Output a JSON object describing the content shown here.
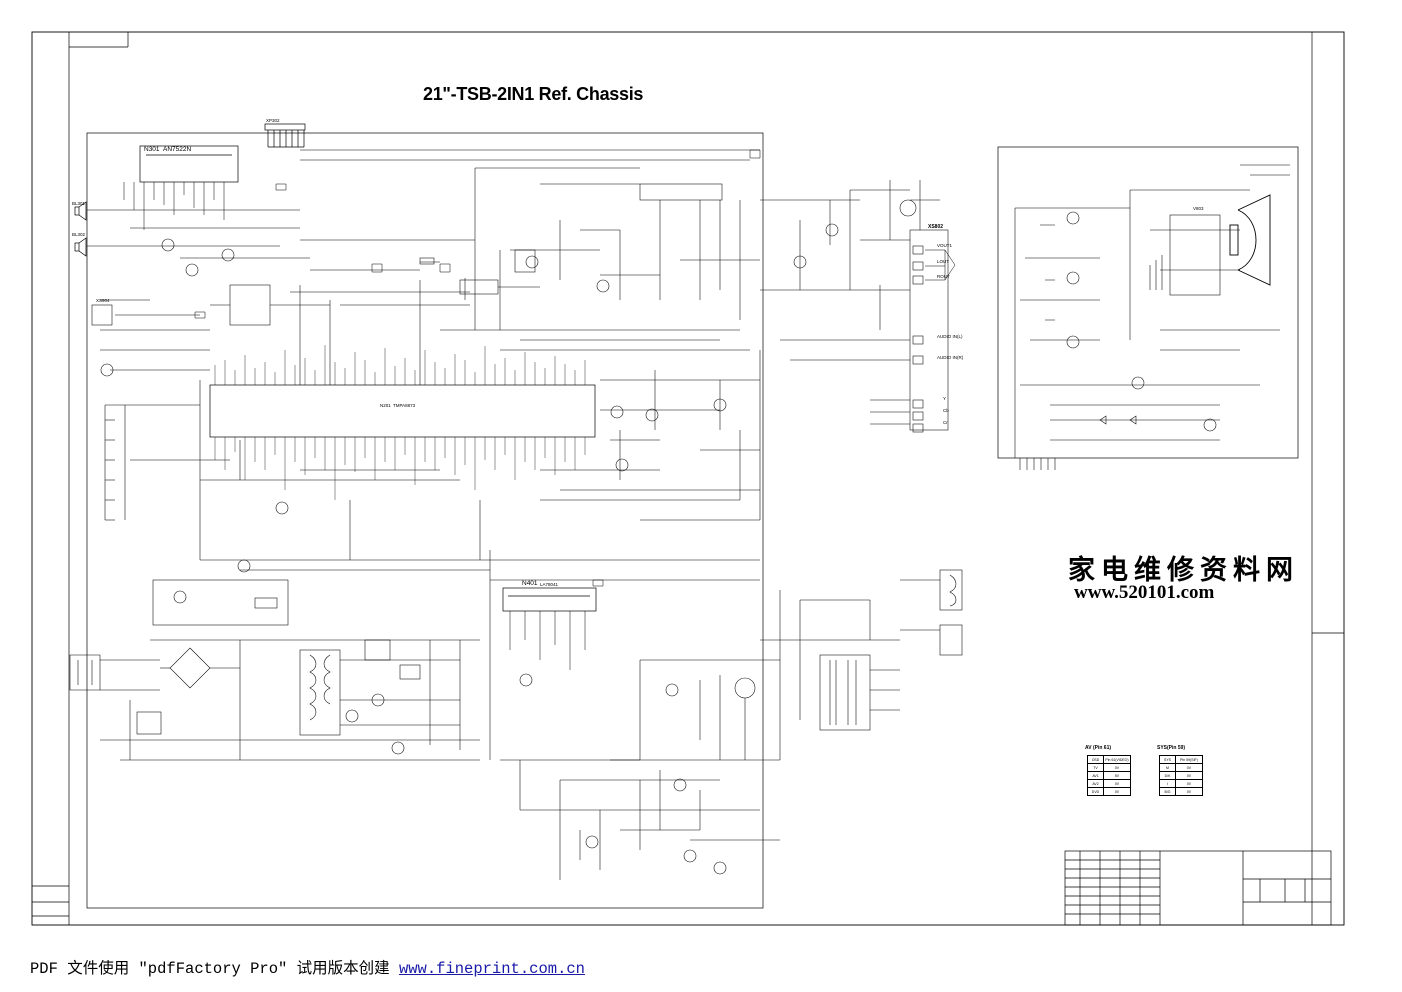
{
  "title": "21\"-TSB-2IN1 Ref. Chassis",
  "watermark": {
    "chinese": "家电维修资料网",
    "url": "www.520101.com"
  },
  "footer": {
    "prefix": "PDF 文件使用 \"pdfFactory Pro\" 试用版本创建 ",
    "link": "www.fineprint.com.cn"
  },
  "components": {
    "ic_n301": "N301",
    "ic_n301_part": "AN7522N",
    "ic_n201": "N201",
    "ic_n201_part": "TMPA8873",
    "ic_n401": "N401",
    "ic_n401_part": "LA78041",
    "crt_socket": "XS802",
    "crt_board_ic": "V803",
    "speaker1": "BL301",
    "speaker2": "BL302",
    "connector_top": "XP302",
    "headphone": "XS904",
    "sys_label": "SYS",
    "av_label": "AV"
  },
  "av_table": {
    "title": "AV (Pin 61)",
    "header": [
      "OSD",
      "Pin 61(VIDEO)"
    ],
    "rows": [
      [
        "TV",
        "0V"
      ],
      [
        "AV1",
        "5V"
      ],
      [
        "AV2",
        "0V"
      ],
      [
        "DVD",
        "0V"
      ]
    ]
  },
  "sys_table": {
    "title": "SYS(Pin 59)",
    "header": [
      "SYS",
      "Pin 59(SIF)"
    ],
    "rows": [
      [
        "M",
        "0V"
      ],
      [
        "D/K",
        "0V"
      ],
      [
        "I",
        "0V"
      ],
      [
        "B/G",
        "0V"
      ]
    ]
  },
  "xs802_pins": [
    "VOUT1",
    "LOUT",
    "ROUT",
    "AUDIO IN(L)",
    "AUDIO IN(R)",
    "Y",
    "Cb",
    "Cr"
  ],
  "colors": {
    "ink": "#000000",
    "link": "#1a1aa8"
  }
}
